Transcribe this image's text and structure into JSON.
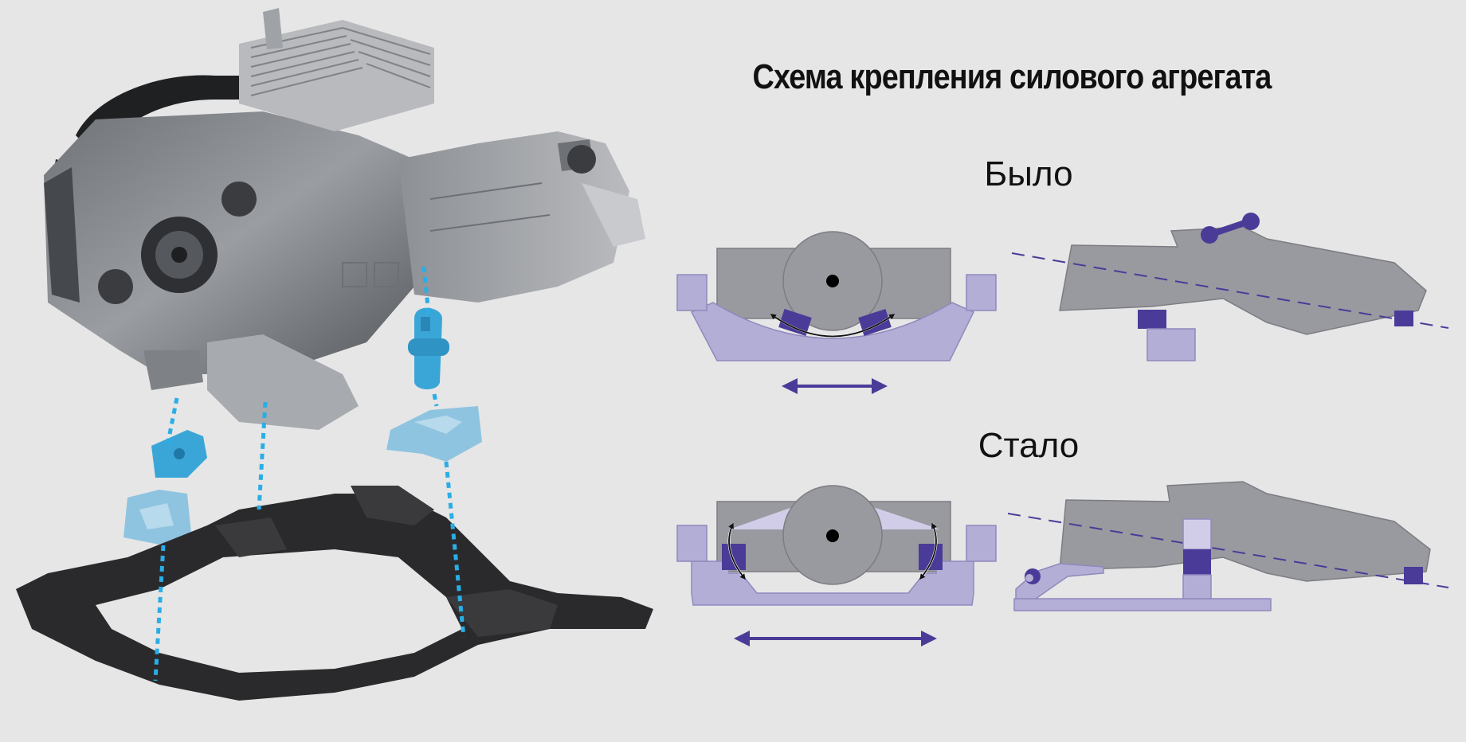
{
  "title": "Схема крепления силового агрегата",
  "before_label": "Было",
  "after_label": "Стало",
  "colors": {
    "background": "#e6e6e6",
    "housing_gray": "#999aa0",
    "lilac_block": "#b3aed6",
    "dark_purple": "#4b3b98",
    "axis_dash": "#4b3b98",
    "mount_blue": "#3aa6d8",
    "frame_dark": "#2a2a2c",
    "leader_dash": "#29aee6"
  },
  "icons": [
    "engine-illustration",
    "subframe-illustration",
    "engine-mount-icon",
    "bracket-icon",
    "double-arrow-icon",
    "curved-arrow-icon"
  ]
}
